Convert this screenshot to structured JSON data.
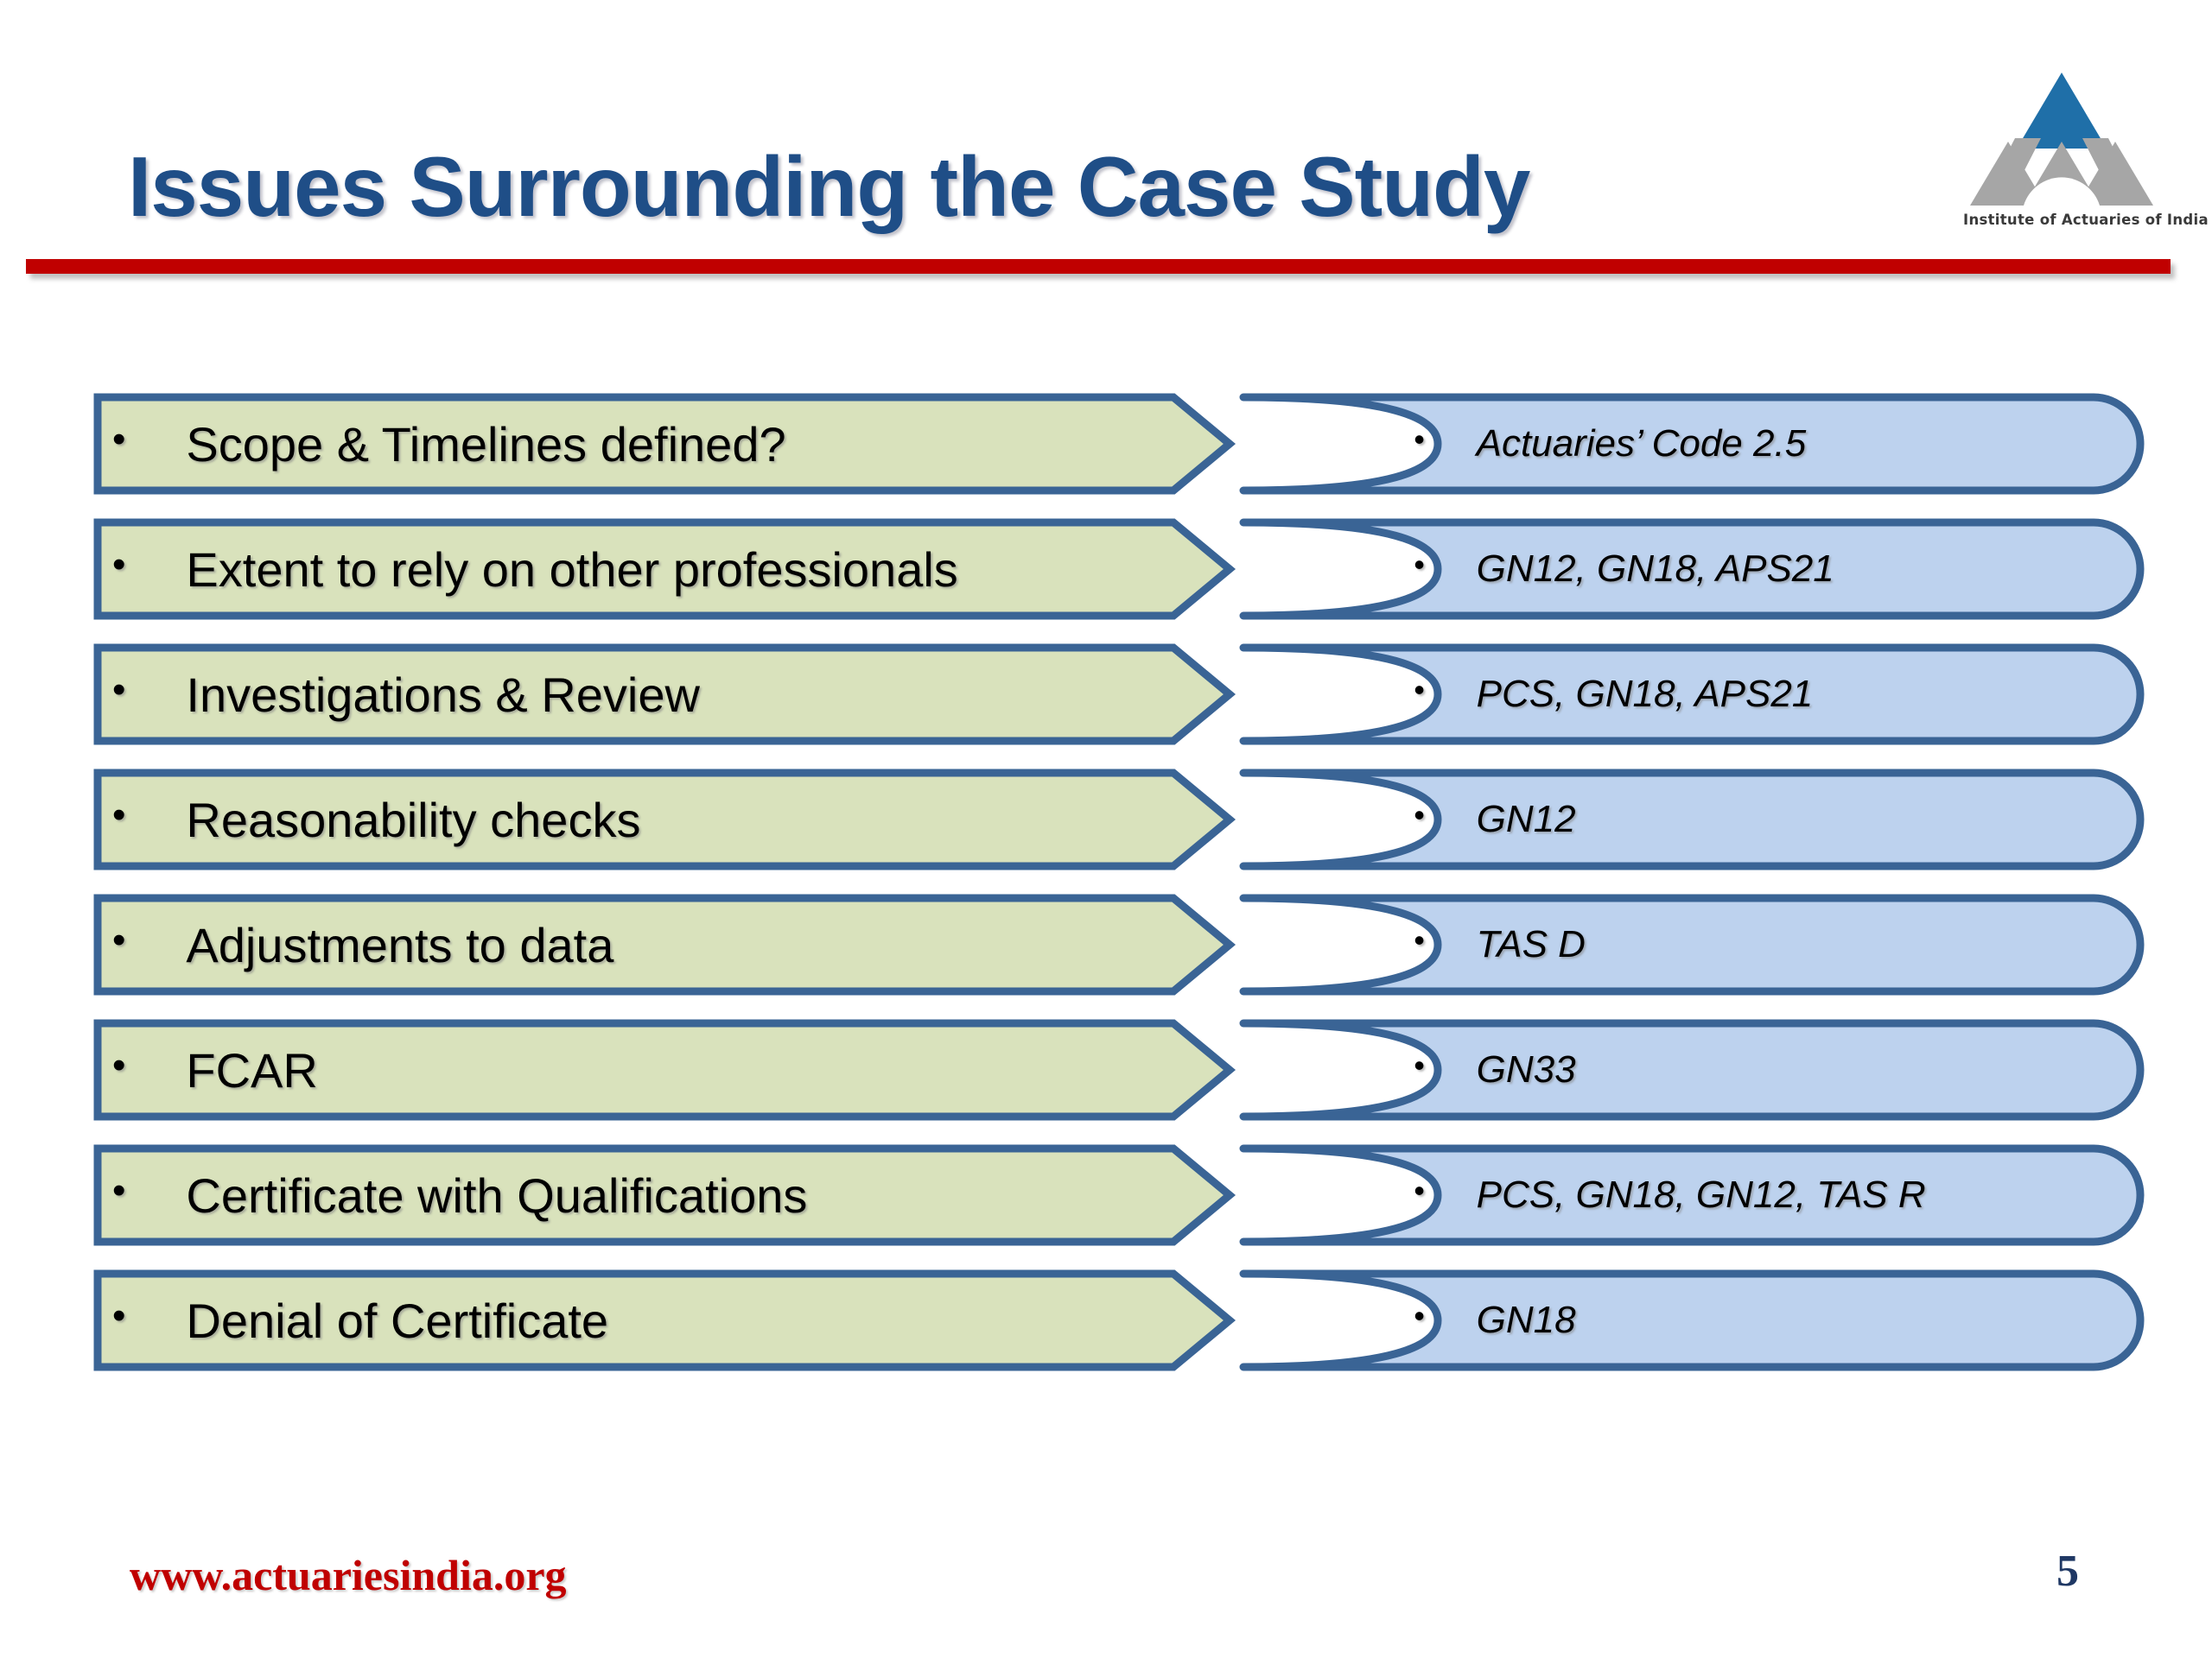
{
  "slide": {
    "title": "Issues Surrounding the Case Study",
    "accent_red": "#c00000",
    "title_blue": "#1f4e87",
    "green_fill": "#d9e2bc",
    "blue_fill": "#bdd2ee",
    "outline_blue": "#3a6495"
  },
  "logo": {
    "caption": "Institute of Actuaries of India",
    "triangle_color": "#1f6fa8",
    "base_color": "#a6a6a6"
  },
  "rows": [
    {
      "issue": "Scope & Timelines defined?",
      "standard": "Actuaries’ Code 2.5"
    },
    {
      "issue": "Extent to rely on other professionals",
      "standard": "GN12, GN18, APS21"
    },
    {
      "issue": "Investigations & Review",
      "standard": "PCS, GN18, APS21"
    },
    {
      "issue": "Reasonability checks",
      "standard": "GN12"
    },
    {
      "issue": "Adjustments to data",
      "standard": "TAS D"
    },
    {
      "issue": "FCAR",
      "standard": "GN33"
    },
    {
      "issue": "Certificate with Qualifications",
      "standard": "PCS, GN18, GN12, TAS R"
    },
    {
      "issue": "Denial of Certificate",
      "standard": "GN18"
    }
  ],
  "bullet": "•",
  "footer": {
    "url": "www.actuariesindia.org",
    "page_number": "5"
  }
}
